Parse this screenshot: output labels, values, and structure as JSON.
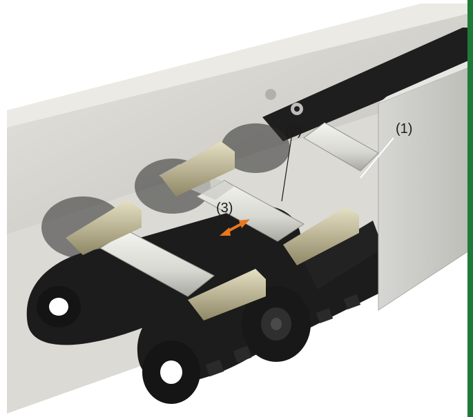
{
  "callouts": {
    "c1": "(1)",
    "c2": "(2)",
    "c3": "(3)"
  },
  "colors": {
    "background": "#ffffff",
    "channel": "#c9c7c0",
    "chain_link": "#1c1c1c",
    "crossbar": "#dcdcd6",
    "bracket": "#b9b08c",
    "arrow": "#e8771e",
    "right_edge_bar": "#1f7a3a"
  },
  "icons": {
    "arrow": "double-headed-arrow"
  }
}
